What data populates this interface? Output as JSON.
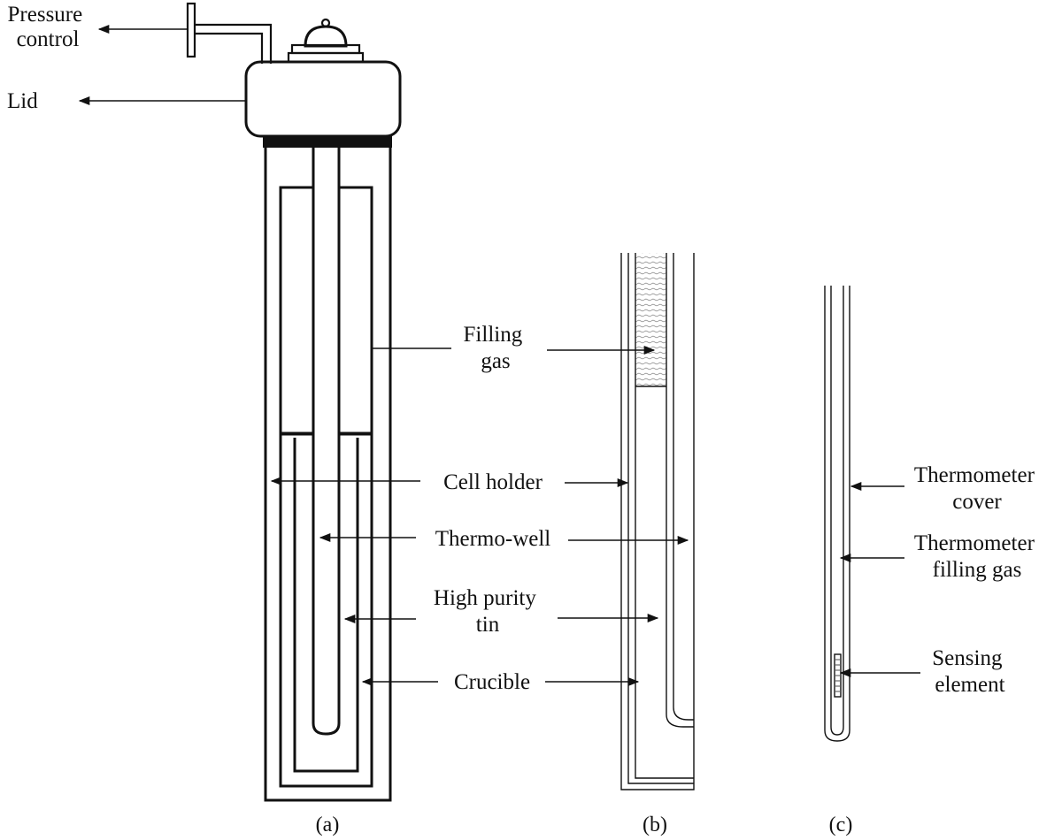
{
  "colors": {
    "ink": "#111111",
    "background": "#ffffff",
    "filling_gas_hatch": "#9a9a9a",
    "lid_seal": "#111111"
  },
  "labels": {
    "pressure_control": [
      "Pressure",
      "control"
    ],
    "lid": "Lid",
    "filling_gas": [
      "Filling",
      "gas"
    ],
    "cell_holder": "Cell holder",
    "thermo_well": "Thermo-well",
    "high_purity_tin": [
      "High purity",
      "tin"
    ],
    "crucible": "Crucible",
    "thermometer_cover": [
      "Thermometer",
      "cover"
    ],
    "thermometer_filling_gas": [
      "Thermometer",
      "filling gas"
    ],
    "sensing_element": [
      "Sensing",
      "element"
    ]
  },
  "captions": {
    "a": "(a)",
    "b": "(b)",
    "c": "(c)"
  }
}
